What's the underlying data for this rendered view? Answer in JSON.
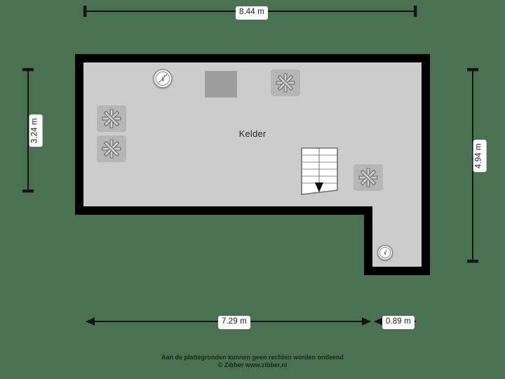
{
  "page": {
    "background_color": "#4a7152",
    "floor_area_fill": "#cccccc",
    "wall_color": "#000000",
    "dimension_line_color": "#151515",
    "label_background": "#ffffff",
    "label_text_color": "#1c1c1c"
  },
  "rooms": [
    {
      "name": "Kelder",
      "label": "Kelder"
    }
  ],
  "dimensions": {
    "top": {
      "label": "8.44 m",
      "value": 8.44,
      "unit": "m",
      "orientation": "horizontal"
    },
    "left": {
      "label": "3.24 m",
      "value": 3.24,
      "unit": "m",
      "orientation": "vertical"
    },
    "right": {
      "label": "4.94 m",
      "value": 4.94,
      "unit": "m",
      "orientation": "vertical"
    },
    "bottom_main": {
      "label": "7.29 m",
      "value": 7.29,
      "unit": "m",
      "orientation": "horizontal"
    },
    "bottom_right": {
      "label": "0.89 m",
      "value": 0.89,
      "unit": "m",
      "orientation": "horizontal"
    }
  },
  "symbols": {
    "meter_top": "meter-icon",
    "meter_bottom": "meter-icon",
    "star_upper_left": "star-vent-icon",
    "star_lower_left": "star-vent-icon",
    "star_top_right": "star-vent-icon",
    "star_right": "star-vent-icon",
    "fixture_block": "fixture-block",
    "staircase": "staircase-down-icon"
  },
  "footer": {
    "line1": "Aan de plattegronden kunnen geen rechten worden ontleend",
    "line2": "© Zibber www.zibber.nl"
  }
}
